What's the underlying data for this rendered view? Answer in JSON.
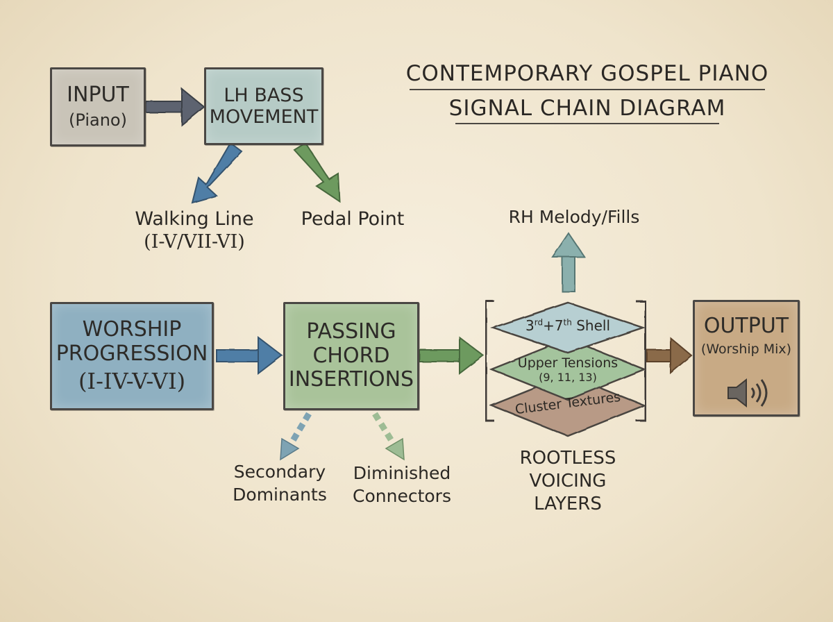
{
  "title": {
    "line1": "CONTEMPORARY GOSPEL PIANO",
    "line2": "SIGNAL CHAIN DIAGRAM"
  },
  "nodes": {
    "input": {
      "line1": "INPUT",
      "line2": "(Piano)"
    },
    "lh_bass": {
      "line1": "LH BASS",
      "line2": "MOVEMENT"
    },
    "worship": {
      "line1": "WORSHIP",
      "line2": "PROGRESSION",
      "line3": "(I-IV-V-VI)"
    },
    "passing": {
      "line1": "PASSING",
      "line2": "CHORD",
      "line3": "INSERTIONS"
    },
    "output": {
      "line1": "OUTPUT",
      "line2": "(Worship Mix)"
    }
  },
  "branches": {
    "walking_line": {
      "line1": "Walking Line",
      "line2": "(I-V/VII-VI)"
    },
    "pedal_point": "Pedal Point",
    "rh_melody": "RH Melody/Fills",
    "secondary_dominants": {
      "line1": "Secondary",
      "line2": "Dominants"
    },
    "diminished_connectors": {
      "line1": "Diminished",
      "line2": "Connectors"
    }
  },
  "voicing_layers": {
    "layer1": {
      "base": "3",
      "sup1": "rd",
      "plus": "+7",
      "sup2": "th",
      "rest": " Shell"
    },
    "layer2": {
      "line1": "Upper Tensions",
      "line2": "(9, 11, 13)"
    },
    "layer3": "Cluster Textures",
    "caption": {
      "line1": "ROOTLESS",
      "line2": "VOICING",
      "line3": "LAYERS"
    }
  },
  "icons": {
    "output_icon": "speaker-icon"
  },
  "colors": {
    "input_fill": "#c9c4b8",
    "lh_bass_fill": "#b6cbc6",
    "worship_fill": "#8fb0c1",
    "passing_fill": "#a9c39a",
    "output_fill": "#c8aa85",
    "arrow_gray": "#5d6470",
    "arrow_blue": "#4f7ea6",
    "arrow_green": "#6d9a5f",
    "arrow_brown": "#8a6a4a",
    "arrow_teal": "#8bb0ad",
    "layer_blue": "#b7cfd2",
    "layer_green": "#a4c49d",
    "layer_brown": "#b89a86"
  }
}
